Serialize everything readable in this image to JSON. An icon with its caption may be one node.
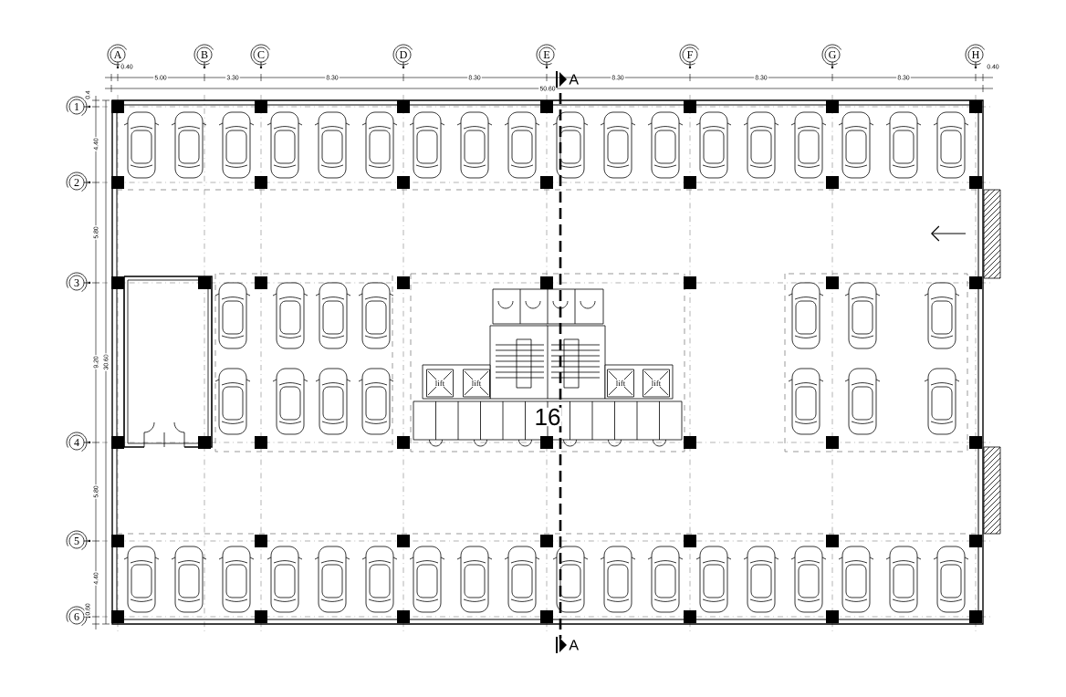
{
  "diagram": {
    "nodes": [
      {
        "text": [
          "A"
        ]
      },
      {
        "text": [
          "B"
        ]
      },
      {
        "text": [
          "C"
        ]
      },
      {
        "text": [
          "D"
        ]
      },
      {
        "text": [
          "E"
        ]
      },
      {
        "text": [
          "F"
        ]
      },
      {
        "text": [
          "G"
        ]
      },
      {
        "text": [
          "H"
        ]
      },
      {
        "text": [
          "1"
        ]
      },
      {
        "text": [
          "2"
        ]
      },
      {
        "text": [
          "3"
        ]
      },
      {
        "text": [
          "4"
        ]
      },
      {
        "text": [
          "5"
        ]
      },
      {
        "text": [
          "6"
        ]
      },
      {
        "text": [
          "lift"
        ]
      },
      {
        "text": [
          "lift"
        ]
      },
      {
        "text": [
          "lift"
        ]
      },
      {
        "text": [
          "lift"
        ]
      }
    ],
    "labels": [
      "0.40",
      "5.00",
      "3.30",
      "8.30",
      "8.30",
      "8.30",
      "8.30",
      "8.30",
      "0.40",
      "50.60",
      "0.4",
      "4.40",
      "5.80",
      "9.20",
      "5.80",
      "4.40",
      "0.60",
      "30.60",
      "A",
      "A",
      "16"
    ]
  }
}
